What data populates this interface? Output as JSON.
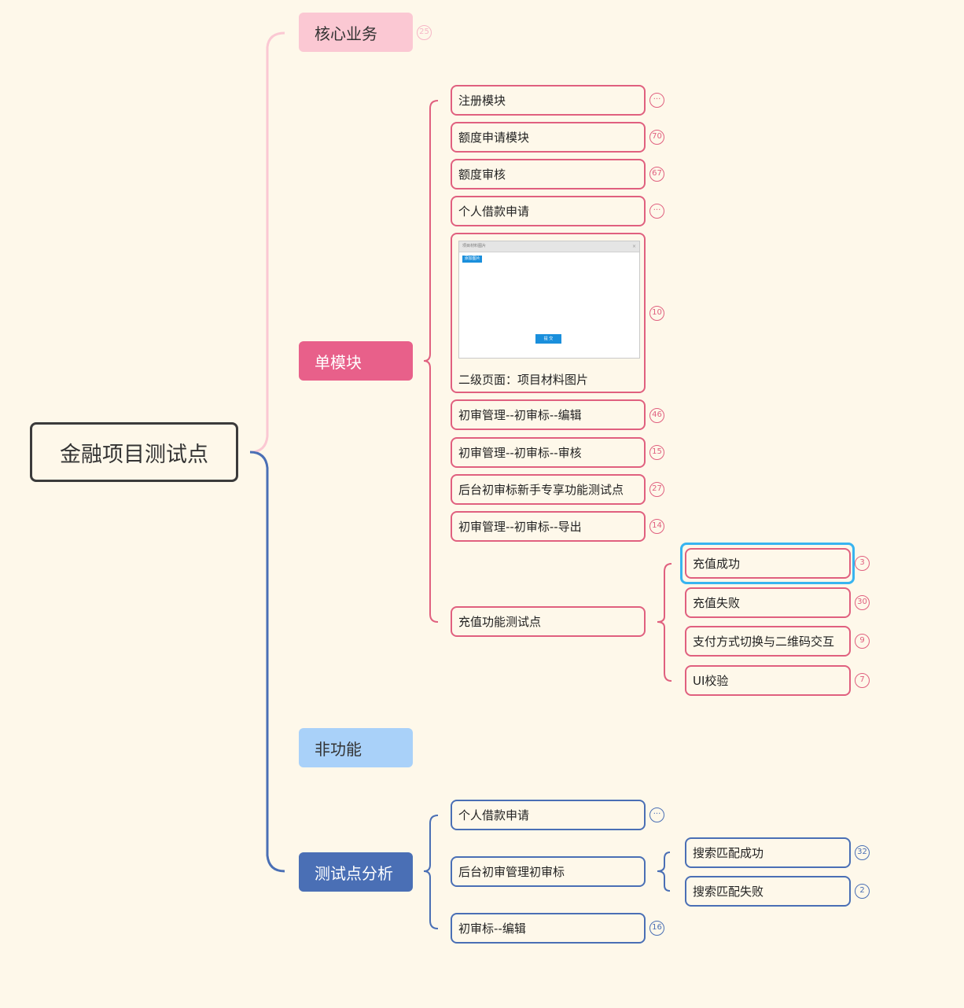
{
  "colors": {
    "background": "#fef8ea",
    "root_border": "#3b3b3b",
    "pink_light": "#fbc8d3",
    "pink": "#e8608a",
    "blue_light": "#a9d1f9",
    "blue": "#4a6fb5",
    "leaf_pink_border": "#e0607f",
    "selection": "#38b4f0"
  },
  "root": {
    "label": "金融项目测试点"
  },
  "branches": {
    "core": {
      "label": "核心业务",
      "count": "25"
    },
    "single": {
      "label": "单模块"
    },
    "nonfunc": {
      "label": "非功能"
    },
    "analysis": {
      "label": "测试点分析"
    }
  },
  "single_items": [
    {
      "label": "注册模块",
      "count": "···"
    },
    {
      "label": "额度申请模块",
      "count": "70"
    },
    {
      "label": "额度审核",
      "count": "67"
    },
    {
      "label": "个人借款申请",
      "count": "···"
    },
    {
      "label": "二级页面：项目材料图片",
      "count": "10",
      "thumb_title": "项目材料图片",
      "thumb_button_add": "添加图片",
      "thumb_button_submit": "提 交",
      "thumb_close": "×"
    },
    {
      "label": "初审管理--初审标--编辑",
      "count": "46"
    },
    {
      "label": "初审管理--初审标--审核",
      "count": "15"
    },
    {
      "label": "后台初审标新手专享功能测试点",
      "count": "27"
    },
    {
      "label": "初审管理--初审标--导出",
      "count": "14"
    },
    {
      "label": "充值功能测试点"
    }
  ],
  "recharge_items": [
    {
      "label": "充值成功",
      "count": "3"
    },
    {
      "label": "充值失败",
      "count": "30"
    },
    {
      "label": "支付方式切换与二维码交互",
      "count": "9"
    },
    {
      "label": "UI校验",
      "count": "7"
    }
  ],
  "analysis_items": [
    {
      "label": "个人借款申请",
      "count": "···"
    },
    {
      "label": "后台初审管理初审标"
    },
    {
      "label": "初审标--编辑",
      "count": "16"
    }
  ],
  "search_items": [
    {
      "label": "搜索匹配成功",
      "count": "32"
    },
    {
      "label": "搜索匹配失败",
      "count": "2"
    }
  ]
}
